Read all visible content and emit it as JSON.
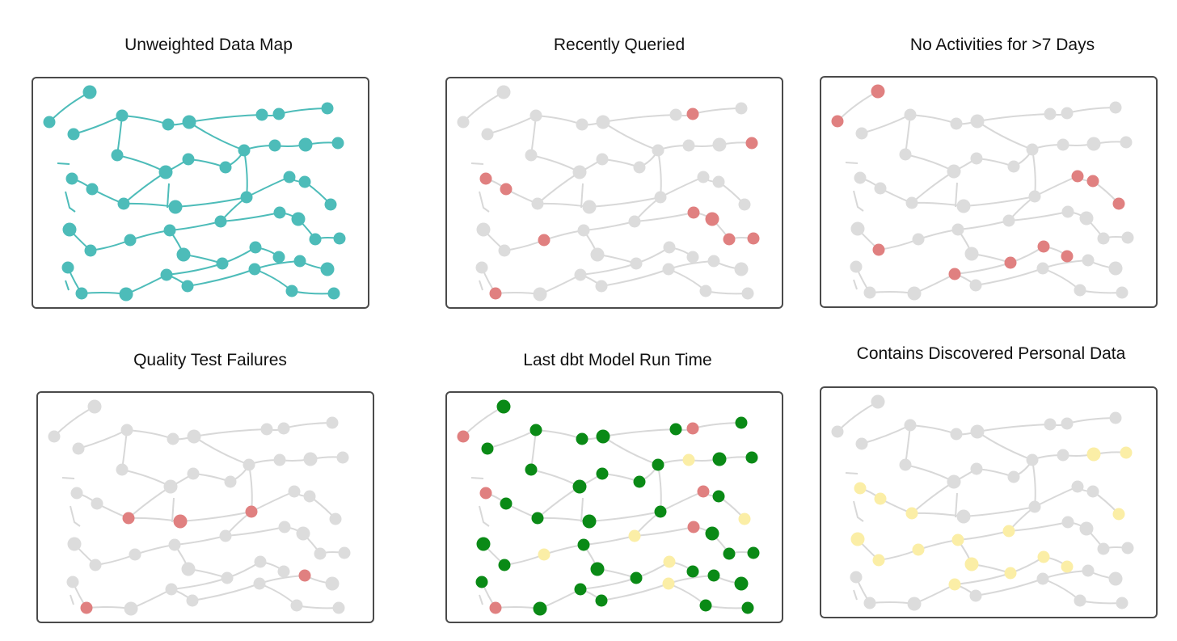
{
  "titles": {
    "p1": "Unweighted Data Map",
    "p2": "Recently Queried",
    "p3": "No Activities for >7 Days",
    "p4": "Quality Test Failures",
    "p5": "Last dbt Model Run Time",
    "p6": "Contains Discovered Personal Data"
  },
  "colors": {
    "teal": "#4dbcb9",
    "grey": "#dcdcdc",
    "grey_edge": "#d8d8d8",
    "red": "#e08080",
    "green": "#0a8a16",
    "yellow": "#fbeea6",
    "border": "#4a4a4a"
  },
  "panels": [
    {
      "id": "p1",
      "mode": "teal",
      "highlights": {}
    },
    {
      "id": "p2",
      "mode": "grey",
      "highlights": {
        "red": [
          7,
          16,
          17,
          18,
          27,
          34,
          35,
          36,
          37,
          39
        ]
      }
    },
    {
      "id": "p3",
      "mode": "grey",
      "highlights": {
        "red": [
          0,
          1,
          22,
          23,
          24,
          26,
          31,
          32,
          33,
          41
        ]
      }
    },
    {
      "id": "p4",
      "mode": "grey",
      "highlights": {
        "red": [
          19,
          20,
          21,
          39,
          44
        ]
      }
    },
    {
      "id": "p5",
      "mode": "green",
      "highlights": {
        "red": [
          1,
          7,
          17,
          22,
          34,
          39
        ],
        "yellow": [
          14,
          24,
          27,
          29,
          32,
          43
        ]
      }
    },
    {
      "id": "p6",
      "mode": "grey",
      "highlights": {
        "yellow": [
          15,
          16,
          17,
          18,
          19,
          24,
          25,
          26,
          27,
          28,
          29,
          30,
          31,
          32,
          33,
          41
        ]
      }
    }
  ]
}
